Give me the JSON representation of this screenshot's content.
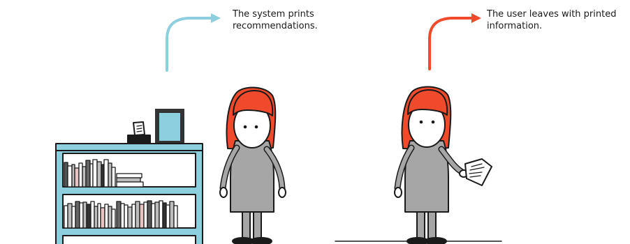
{
  "captions": [
    {
      "lines": [
        "The system prints",
        "recommendations."
      ],
      "arrow_color": "#8ecfdf"
    },
    {
      "lines": [
        "The user leaves with printed",
        "information."
      ],
      "arrow_color": "#f04a2c"
    }
  ],
  "colors": {
    "hair": "#f04a2c",
    "body": "#a6a6a6",
    "shelf": "#8ecfdf",
    "screen": "#8ecfdf",
    "outline": "#1a1a1a"
  }
}
